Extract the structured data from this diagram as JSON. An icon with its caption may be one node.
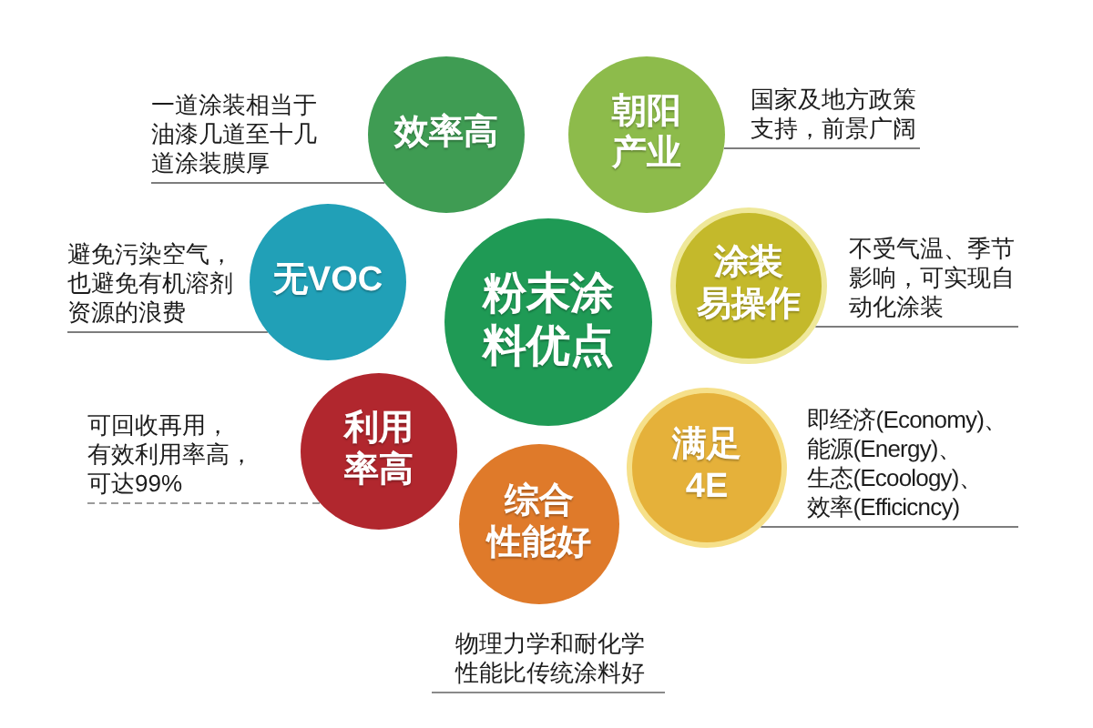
{
  "diagram": {
    "nodes": [
      {
        "text": [
          "粉末涂料优点"
        ]
      },
      {
        "text": [
          "效率高"
        ]
      },
      {
        "text": [
          "一道涂装相当于油漆几道至十几道涂装膜厚"
        ]
      },
      {
        "text": [
          "朝阳产业"
        ]
      },
      {
        "text": [
          "国家及地方政策支持，前景广阔"
        ]
      },
      {
        "text": [
          "涂装易操作"
        ]
      },
      {
        "text": [
          "不受气温、季节影响，可实现自动化涂装"
        ]
      },
      {
        "text": [
          "满足4E"
        ]
      },
      {
        "text": [
          "即经济(Economy)、能源(Energy)、生态(Ecoology)、效率(Efficicncy)"
        ]
      },
      {
        "text": [
          "综合性能好"
        ],
        "beside": [
          "物理力学和耐化学性能比传统涂料好"
        ]
      },
      {
        "text": [
          "利用率高"
        ]
      },
      {
        "text": [
          "可回收再用，有效利用率高，可达99%"
        ]
      },
      {
        "text": [
          "无VOC"
        ]
      },
      {
        "text": [
          "避免污染空气，也避免有机溶剂资源的浪费"
        ]
      }
    ],
    "edges": [
      {
        "from": 2,
        "to": 1,
        "arrow": "none"
      },
      {
        "from": 4,
        "to": 3,
        "arrow": "none"
      },
      {
        "from": 6,
        "to": 5,
        "arrow": "none"
      },
      {
        "from": 8,
        "to": 7,
        "arrow": "none"
      },
      {
        "from": 11,
        "to": 10,
        "arrow": "none",
        "style": "dashed"
      },
      {
        "from": 13,
        "to": 12,
        "arrow": "none"
      }
    ]
  }
}
